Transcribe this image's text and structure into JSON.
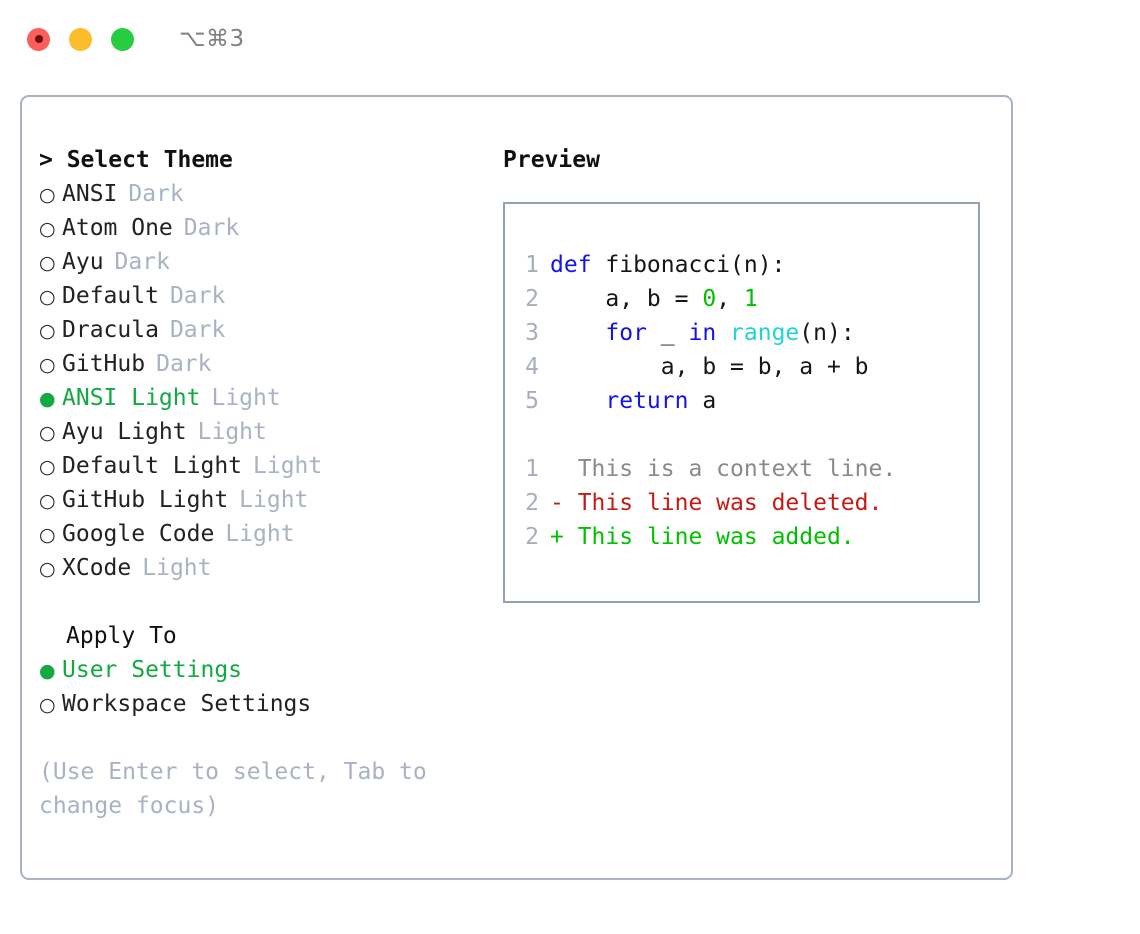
{
  "window": {
    "title": "⌥⌘3",
    "traffic_lights": [
      {
        "name": "close",
        "color": "#fc5f5a"
      },
      {
        "name": "minimize",
        "color": "#fcbd2b"
      },
      {
        "name": "maximize",
        "color": "#26cc41"
      }
    ]
  },
  "theme_picker": {
    "heading": "> Select Theme",
    "selected_marker": "●",
    "unselected_marker": "○",
    "items": [
      {
        "label": "ANSI",
        "badge": "Dark",
        "selected": false
      },
      {
        "label": "Atom One",
        "badge": "Dark",
        "selected": false
      },
      {
        "label": "Ayu",
        "badge": "Dark",
        "selected": false
      },
      {
        "label": "Default",
        "badge": "Dark",
        "selected": false
      },
      {
        "label": "Dracula",
        "badge": "Dark",
        "selected": false
      },
      {
        "label": "GitHub",
        "badge": "Dark",
        "selected": false
      },
      {
        "label": "ANSI Light",
        "badge": "Light",
        "selected": true
      },
      {
        "label": "Ayu Light",
        "badge": "Light",
        "selected": false
      },
      {
        "label": "Default Light",
        "badge": "Light",
        "selected": false
      },
      {
        "label": "GitHub Light",
        "badge": "Light",
        "selected": false
      },
      {
        "label": "Google Code",
        "badge": "Light",
        "selected": false
      },
      {
        "label": "XCode",
        "badge": "Light",
        "selected": false
      }
    ]
  },
  "apply_to": {
    "heading": "Apply To",
    "items": [
      {
        "label": "User Settings",
        "selected": true
      },
      {
        "label": "Workspace Settings",
        "selected": false
      }
    ]
  },
  "hint": "(Use Enter to select, Tab to change focus)",
  "preview": {
    "heading": "Preview",
    "code": {
      "lines": [
        {
          "num": "1",
          "tokens": [
            {
              "t": "def ",
              "c": "kw"
            },
            {
              "t": "fibonacci(n):",
              "c": "fn"
            }
          ]
        },
        {
          "num": "2",
          "tokens": [
            {
              "t": "    a, b = ",
              "c": "plain"
            },
            {
              "t": "0",
              "c": "num"
            },
            {
              "t": ", ",
              "c": "plain"
            },
            {
              "t": "1",
              "c": "num"
            }
          ]
        },
        {
          "num": "3",
          "tokens": [
            {
              "t": "    ",
              "c": "plain"
            },
            {
              "t": "for",
              "c": "kw"
            },
            {
              "t": " _ ",
              "c": "plain"
            },
            {
              "t": "in",
              "c": "kw"
            },
            {
              "t": " ",
              "c": "plain"
            },
            {
              "t": "range",
              "c": "bi"
            },
            {
              "t": "(n):",
              "c": "plain"
            }
          ]
        },
        {
          "num": "4",
          "tokens": [
            {
              "t": "        a, b = b, a + b",
              "c": "plain"
            }
          ]
        },
        {
          "num": "5",
          "tokens": [
            {
              "t": "    ",
              "c": "plain"
            },
            {
              "t": "return",
              "c": "kw"
            },
            {
              "t": " a",
              "c": "plain"
            }
          ]
        }
      ]
    },
    "diff": {
      "lines": [
        {
          "num": "1",
          "sign": " ",
          "text": " This is a context line.",
          "kind": "ctx"
        },
        {
          "num": "2",
          "sign": "-",
          "text": " This line was deleted.",
          "kind": "del"
        },
        {
          "num": "2",
          "sign": "+",
          "text": " This line was added.",
          "kind": "add"
        }
      ]
    }
  },
  "colors": {
    "selected_green": "#13a842",
    "badge_gray": "#a9b2c2",
    "panel_border": "#a8b2c1",
    "preview_border": "#94a0b4",
    "keyword_blue": "#1414e6",
    "number_green": "#00c000",
    "builtin_cyan": "#21d3d3",
    "diff_delete_red": "#c41c14",
    "diff_add_green": "#00c000",
    "line_number_gray": "#a6aebc"
  }
}
